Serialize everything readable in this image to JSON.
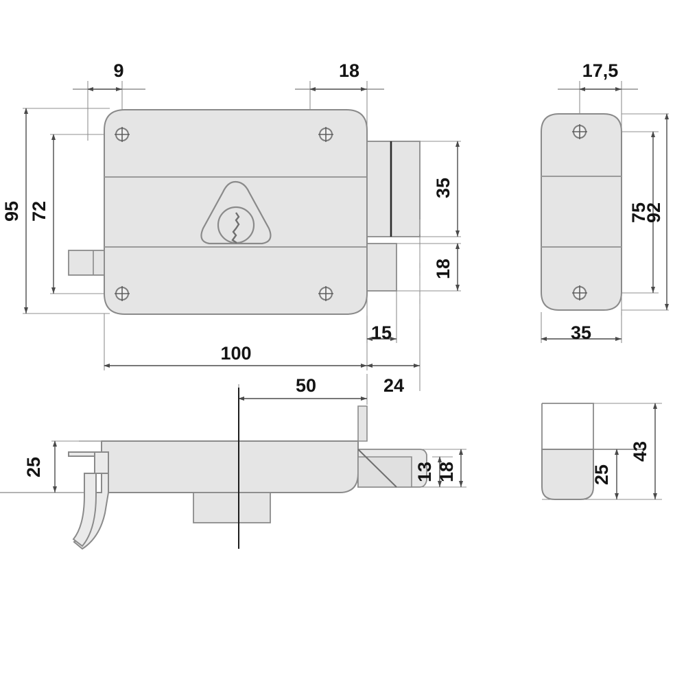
{
  "drawing": {
    "title": "Rim lock technical drawing",
    "type": "mechanical-engineering-orthographic-drawing",
    "units": "mm",
    "background_color": "#ffffff",
    "body_fill": "#e3e3e3",
    "body_fill_light": "#ececec",
    "line_color": "#8c8c8c",
    "dim_line_color": "#7a7a7a",
    "text_color": "#141414"
  },
  "views": {
    "front": {
      "name": "front-view",
      "dimensions": {
        "hole_offset_left": "9",
        "hole_offset_right": "18",
        "overall_height": "95",
        "hole_spacing_vertical": "72",
        "overall_width": "100",
        "deadbolt_height": "35",
        "latch_height": "18",
        "bolt_throw_near": "15",
        "bolt_throw_far": "24",
        "center_mark": "50"
      }
    },
    "side": {
      "name": "side-view",
      "dimensions": {
        "hole_offset": "17,5",
        "hole_spacing": "75",
        "overall_height": "92",
        "overall_width": "35"
      }
    },
    "bottom": {
      "name": "bottom-section-view",
      "dimensions": {
        "case_depth": "25",
        "center_width": "50",
        "bolt_projection": "24",
        "bolt_thickness_inner": "13",
        "bolt_thickness_outer": "18"
      }
    },
    "bottom_right": {
      "name": "bottom-right-view",
      "dimensions": {
        "inner_height": "25",
        "overall_height": "43"
      }
    }
  },
  "labels": {
    "d9": "9",
    "d18_top": "18",
    "d95": "95",
    "d72": "72",
    "d35_right": "35",
    "d18_right": "18",
    "d100": "100",
    "d15": "15",
    "d50": "50",
    "d24": "24",
    "d175": "17,5",
    "d75": "75",
    "d92": "92",
    "d35_bottom": "35",
    "d25_left": "25",
    "d13": "13",
    "d18_mid": "18",
    "d25_br": "25",
    "d43": "43"
  }
}
